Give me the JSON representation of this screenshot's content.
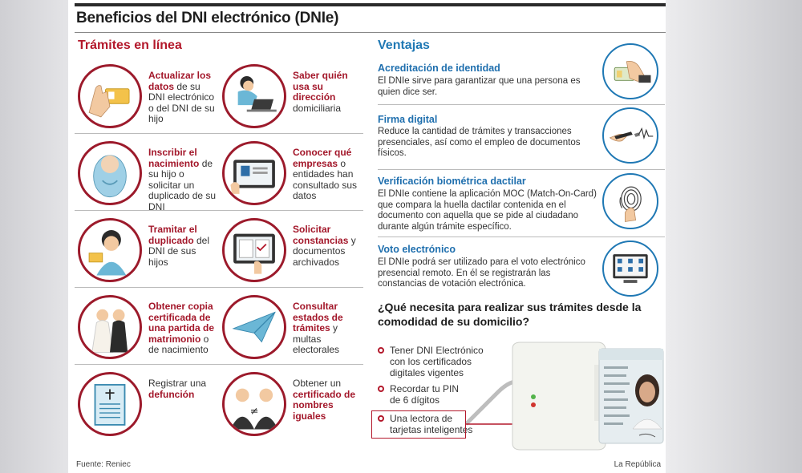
{
  "title": "Beneficios del DNI electrónico (DNIe)",
  "left_section": {
    "title": "Trámites en línea",
    "items": [
      {
        "html": "<b>Actualizar los datos</b> de su DNI electrónico o del DNI de su hijo",
        "icon": "hand-card-icon"
      },
      {
        "html": "<b>Saber quién usa su dirección</b> domiciliaria",
        "icon": "woman-laptop-icon"
      },
      {
        "html": "<b>Inscribir el nacimiento</b> de su hijo o solicitar un duplicado de su DNI",
        "icon": "baby-icon"
      },
      {
        "html": "<b>Conocer qué empresas</b> o entidades han consultado sus datos",
        "icon": "tablet-profile-icon"
      },
      {
        "html": "<b>Tramitar el duplicado</b> del DNI de sus hijos",
        "icon": "child-card-icon"
      },
      {
        "html": "<b>Solicitar constancias</b> y documentos archivados",
        "icon": "tablet-docs-icon"
      },
      {
        "html": "<b>Obtener copia certificada de una partida de matrimonio</b> o de nacimiento",
        "icon": "couple-icon"
      },
      {
        "html": "<b>Consultar estados de trámites</b> y multas electorales",
        "icon": "paper-plane-icon"
      },
      {
        "html": "Registrar una <b>defunción</b>",
        "icon": "scroll-cross-icon"
      },
      {
        "html": "Obtener un <b>certificado de nombres iguales</b>",
        "icon": "two-men-icon"
      }
    ]
  },
  "right_section": {
    "title": "Ventajas",
    "advantages": [
      {
        "title": "Acreditación de identidad",
        "text": "El DNIe sirve para garantizar que una persona es quien dice ser.",
        "icon": "hand-card-icon"
      },
      {
        "title": "Firma digital",
        "text": "Reduce la cantidad de trámites y transacciones presenciales, así como el empleo de documentos físicos.",
        "icon": "pen-signature-icon"
      },
      {
        "title": "Verificación biométrica dactilar",
        "text": "El DNIe contiene la aplicación MOC (Match-On-Card) que compara la huella dactilar contenida en el documento con aquella que se pide al ciudadano durante algún trámite específico.",
        "icon": "fingerprint-icon"
      },
      {
        "title": "Voto electrónico",
        "text": "El DNIe podrá ser utilizado para el voto electrónico presencial remoto. En él se registrarán las constancias de votación electrónica.",
        "icon": "voting-screen-icon"
      }
    ],
    "question": "¿Qué necesita para realizar sus trámites desde la comodidad de su domicilio?",
    "requirements": [
      "Tener DNI Electrónico con los certificados digitales vigentes",
      "Recordar tu PIN de 6 dígitos",
      "Una lectora de tarjetas inteligentes"
    ]
  },
  "footer": {
    "source": "Fuente: Reniec",
    "publisher": "La República"
  },
  "colors": {
    "accent_red": "#b3182b",
    "accent_blue": "#1f78b4"
  }
}
